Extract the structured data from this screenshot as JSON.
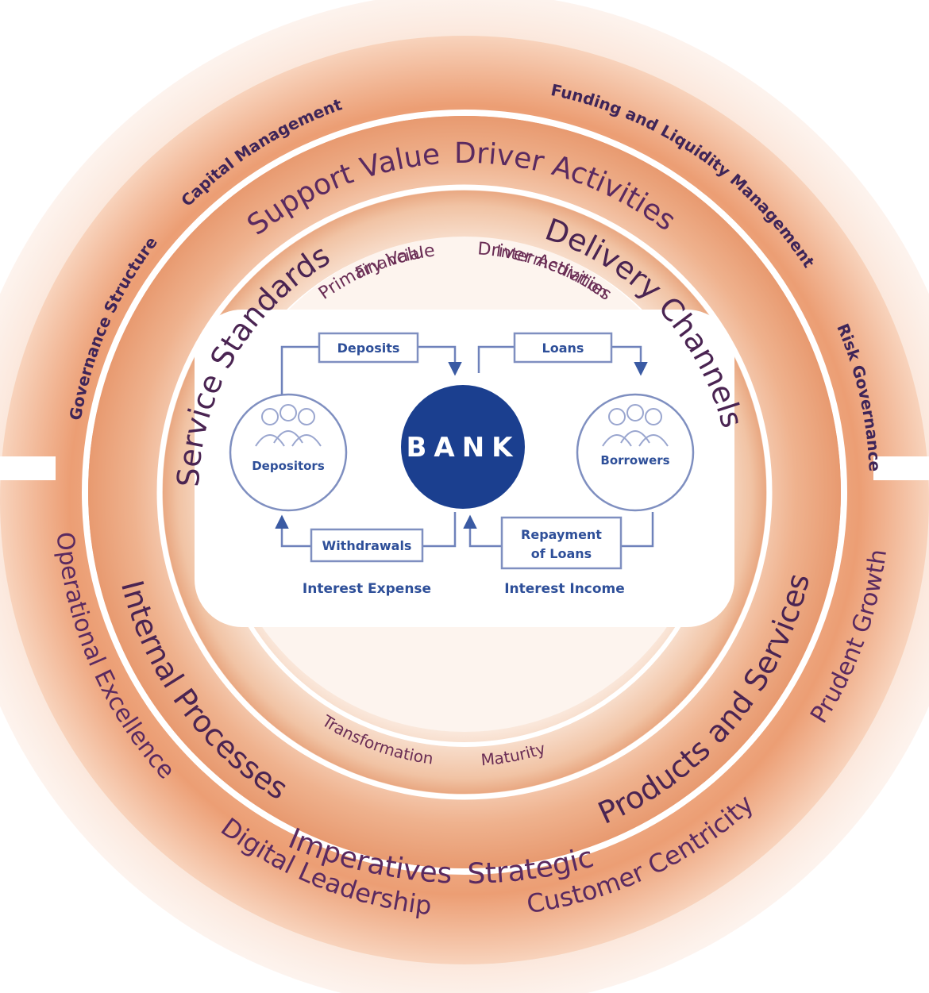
{
  "outer_ring": {
    "capital_management": "Capital Management",
    "funding_liquidity": "Funding and Liquidity Management",
    "governance_structure": "Governance Structure",
    "risk_governance": "Risk Governance",
    "prudent_growth": "Prudent Growth",
    "operational_excellence": "Operational Excellence",
    "customer_centricity": "Customer Centricity",
    "digital_leadership": "Digital Leadership",
    "strategic": "Strategic",
    "imperatives": "Imperatives"
  },
  "second_ring": {
    "support_value": "Support Value",
    "driver_activities": "Driver Activities",
    "service_standards": "Service Standards",
    "delivery_channels": "Delivery Channels",
    "products_services": "Products and Services",
    "internal_processes": "Internal Processes"
  },
  "third_ring": {
    "primary_value": "Primary Value",
    "driver_activities": "Driver Activities",
    "financial": "Financial",
    "intermediation": "Intermediation",
    "maturity": "Maturity",
    "transformation": "Transformation"
  },
  "center": {
    "bank": "BANK",
    "depositors": "Depositors",
    "borrowers": "Borrowers",
    "deposits": "Deposits",
    "loans": "Loans",
    "withdrawals": "Withdrawals",
    "repayment_line1": "Repayment",
    "repayment_line2": "of Loans",
    "interest_expense": "Interest Expense",
    "interest_income": "Interest Income"
  },
  "colors": {
    "bank_blue": "#1b3f8f",
    "flow_blue": "#2e4f99",
    "ring_orange": "#e9a27a",
    "ring_light": "#f7d9c4",
    "label_purple": "#4a2a5e"
  }
}
